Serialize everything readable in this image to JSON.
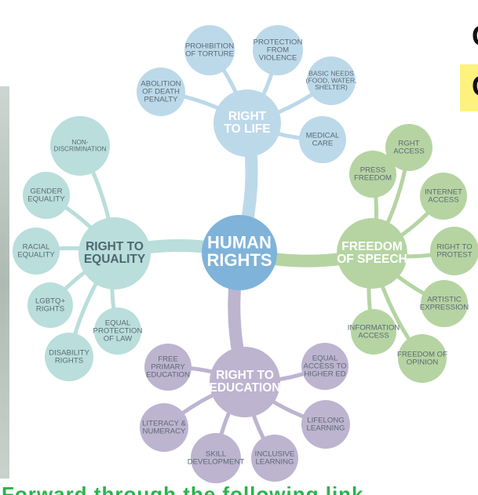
{
  "diagram": {
    "center": {
      "lines": [
        "HUMAN",
        "RIGHTS"
      ],
      "color": "#7fb3d9"
    },
    "branches": [
      {
        "id": "life",
        "lines": [
          "RIGHT",
          "TO LIFE"
        ],
        "color": "#bcd9ea",
        "leaves": [
          {
            "lines": [
              "PROHIBITION",
              "OF TORTURE"
            ]
          },
          {
            "lines": [
              "PROTECTION",
              "FROM",
              "VIOLENCE"
            ]
          },
          {
            "lines": [
              "ABOLITION",
              "OF DEATH",
              "PENALTY"
            ]
          },
          {
            "lines": [
              "BASIC NEEDS",
              "(FOOD, WATER,",
              "SHELTER)"
            ]
          },
          {
            "lines": [
              "MEDICAL",
              "CARE"
            ]
          }
        ]
      },
      {
        "id": "speech",
        "lines": [
          "FREEDOM",
          "OF SPEECH"
        ],
        "color": "#b5d4a2",
        "leaves": [
          {
            "lines": [
              "RGHT",
              "ACCESS"
            ]
          },
          {
            "lines": [
              "PRESS",
              "FREEDOM"
            ]
          },
          {
            "lines": [
              "INTERNET",
              "ACCESS"
            ]
          },
          {
            "lines": [
              "RIGHT TO",
              "PROTEST"
            ]
          },
          {
            "lines": [
              "ARTISTIC",
              "EXPRESSION"
            ]
          },
          {
            "lines": [
              "INFORMATION",
              "ACCESS"
            ]
          },
          {
            "lines": [
              "FREEDOM OF",
              "OPINION"
            ]
          }
        ]
      },
      {
        "id": "equality",
        "lines": [
          "RIGHT TO",
          "EQUALITY"
        ],
        "color": "#b9dedb",
        "leaves": [
          {
            "lines": [
              "NON-",
              "DISCRIMINATION"
            ]
          },
          {
            "lines": [
              "GENDER",
              "EQUALITY"
            ]
          },
          {
            "lines": [
              "RACIAL",
              "EQUALITY"
            ]
          },
          {
            "lines": [
              "LGBTQ+",
              "RIGHTS"
            ]
          },
          {
            "lines": [
              "EQUAL",
              "PROTECTION",
              "OF LAW"
            ]
          },
          {
            "lines": [
              "DISABILITY",
              "RIGHTS"
            ]
          }
        ]
      },
      {
        "id": "education",
        "lines": [
          "RIGHT TO",
          "EDUCATION"
        ],
        "color": "#bdb4d0",
        "leaves": [
          {
            "lines": [
              "FREE",
              "PRIMARY",
              "EDUCATION"
            ]
          },
          {
            "lines": [
              "EQUAL",
              "ACCESS TO",
              "HIGHER ED"
            ]
          },
          {
            "lines": [
              "LITERACY &",
              "NUMERACY"
            ]
          },
          {
            "lines": [
              "LIFELONG",
              "LEARNING"
            ]
          },
          {
            "lines": [
              "SKILL",
              "DEVELOPMENT"
            ]
          },
          {
            "lines": [
              "INCLUSIVE",
              "LEARNING"
            ]
          }
        ]
      }
    ]
  },
  "overlay": {
    "right_glyph_1": "C",
    "right_glyph_2": "C",
    "bottom_text": "Forward through the following link"
  }
}
